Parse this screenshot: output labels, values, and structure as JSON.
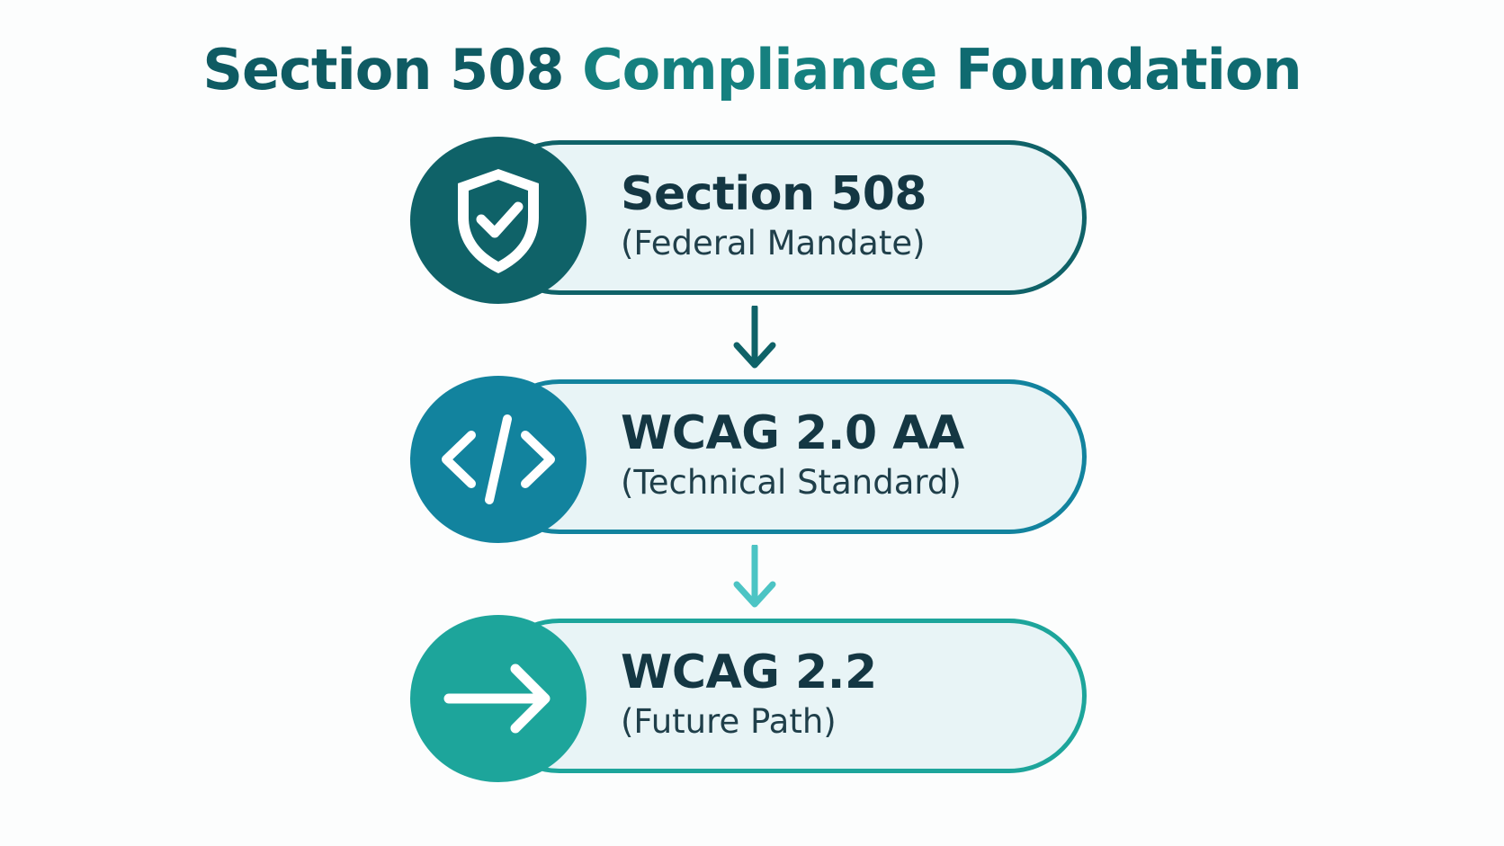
{
  "title": {
    "part1": "Section 508",
    "part2": "Compliance",
    "part3": "Foundation"
  },
  "steps": [
    {
      "title": "Section 508",
      "subtitle": "(Federal Mandate)",
      "icon": "shield-check-icon",
      "color": "#0f6268"
    },
    {
      "title": "WCAG 2.0 AA",
      "subtitle": "(Technical Standard)",
      "icon": "code-icon",
      "color": "#12839e"
    },
    {
      "title": "WCAG 2.2",
      "subtitle": "(Future Path)",
      "icon": "arrow-right-icon",
      "color": "#1da59b"
    }
  ],
  "connector_colors": [
    "#0f6268",
    "#4cc4c4"
  ]
}
